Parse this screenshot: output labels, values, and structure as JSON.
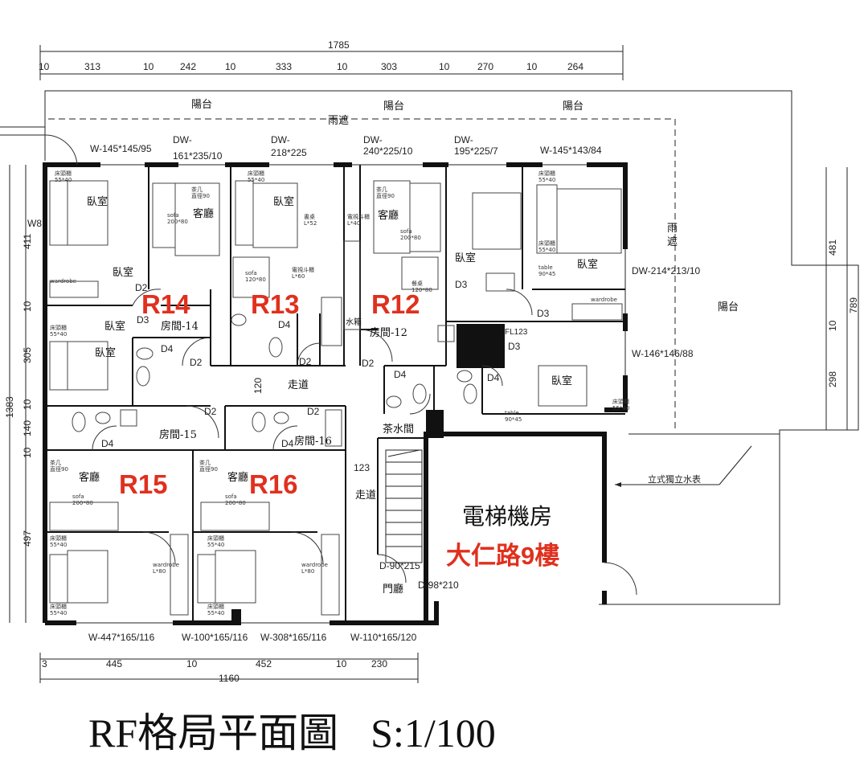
{
  "colors": {
    "room_label": "#e0301e",
    "line": "#111111"
  },
  "dims_top": {
    "total": "1785",
    "segments": [
      "10",
      "313",
      "10",
      "242",
      "10",
      "333",
      "10",
      "303",
      "10",
      "270",
      "10",
      "264"
    ]
  },
  "dims_bottom": {
    "segments": [
      "3",
      "445",
      "10",
      "452",
      "10",
      "230"
    ],
    "total": "1160"
  },
  "dims_left": [
    "411",
    "10",
    "305",
    "10",
    "140",
    "10",
    "497"
  ],
  "dims_left_total": "1383",
  "dims_right": [
    "481",
    "10",
    "298"
  ],
  "dims_right_total": "789",
  "windows_top": [
    "W-145*145/95",
    "DW-\n161*235/10",
    "DW-\n218*225",
    "DW-\n240*225/10",
    "DW-\n195*225/7",
    "W-145*143/84"
  ],
  "windows_right": [
    "DW-214*213/10",
    "W-146*146/88"
  ],
  "windows_bottom": [
    "W-447*165/116",
    "W-100*165/116",
    "W-308*165/116",
    "W-110*165/120"
  ],
  "left_w": "W8",
  "labels": {
    "balcony": "陽台",
    "rain": "雨遮",
    "rain_v": [
      "雨",
      "遮"
    ],
    "bedroom": "臥室",
    "living": "客廳",
    "corridor": "走道",
    "pantry": "茶水間",
    "lobby": "門廳",
    "meter": "立式獨立水表",
    "elevator_room": "電梯機房",
    "address": "大仁路9樓",
    "water_box": "水箱",
    "room14": "房間-14",
    "room12": "房間-12",
    "room15": "房間-15",
    "room16": "房間-16",
    "corridor_w1": "120",
    "corridor_w2": "123",
    "fl": "FL123",
    "door_d90": "D-90*215",
    "door_d98": "D-98*210",
    "d2": "D2",
    "d3": "D3",
    "d4": "D4"
  },
  "rooms": [
    "R14",
    "R13",
    "R12",
    "R15",
    "R16"
  ],
  "title": "RF格局平面圖",
  "scale": "S:1/100"
}
